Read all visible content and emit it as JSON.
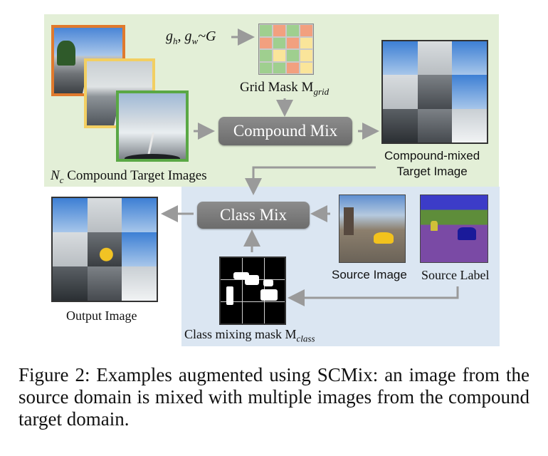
{
  "diagram": {
    "gh_gw_sample": "g",
    "gh_sub": "h",
    "gw_sub": "w",
    "tilde_G": "~G",
    "grid_mask_label": "Grid Mask M",
    "grid_mask_sub": "grid",
    "compound_mix_label": "Compound Mix",
    "nc_label_N": "N",
    "nc_label_sub": "c",
    "nc_label_rest": " Compound Target Images",
    "compound_mixed_line1": "Compound-mixed",
    "compound_mixed_line2": "Target Image",
    "class_mix_label": "Class Mix",
    "source_image_label": "Source Image",
    "source_label_label": "Source Label",
    "output_image_label": "Output Image",
    "class_mask_label": "Class mixing mask M",
    "class_mask_sub": "class",
    "colors": {
      "target_panel": "#e3efd7",
      "source_panel": "#dbe6f2",
      "frame_orange": "#e07a2d",
      "frame_yellow": "#f2cf62",
      "frame_green": "#5aa845",
      "process_box": "#7c7c7c",
      "arrow": "#9a9a9a"
    }
  },
  "caption": "Figure 2: Examples augmented using SCMix: an image from the source domain is mixed with multiple images from the compound target domain."
}
